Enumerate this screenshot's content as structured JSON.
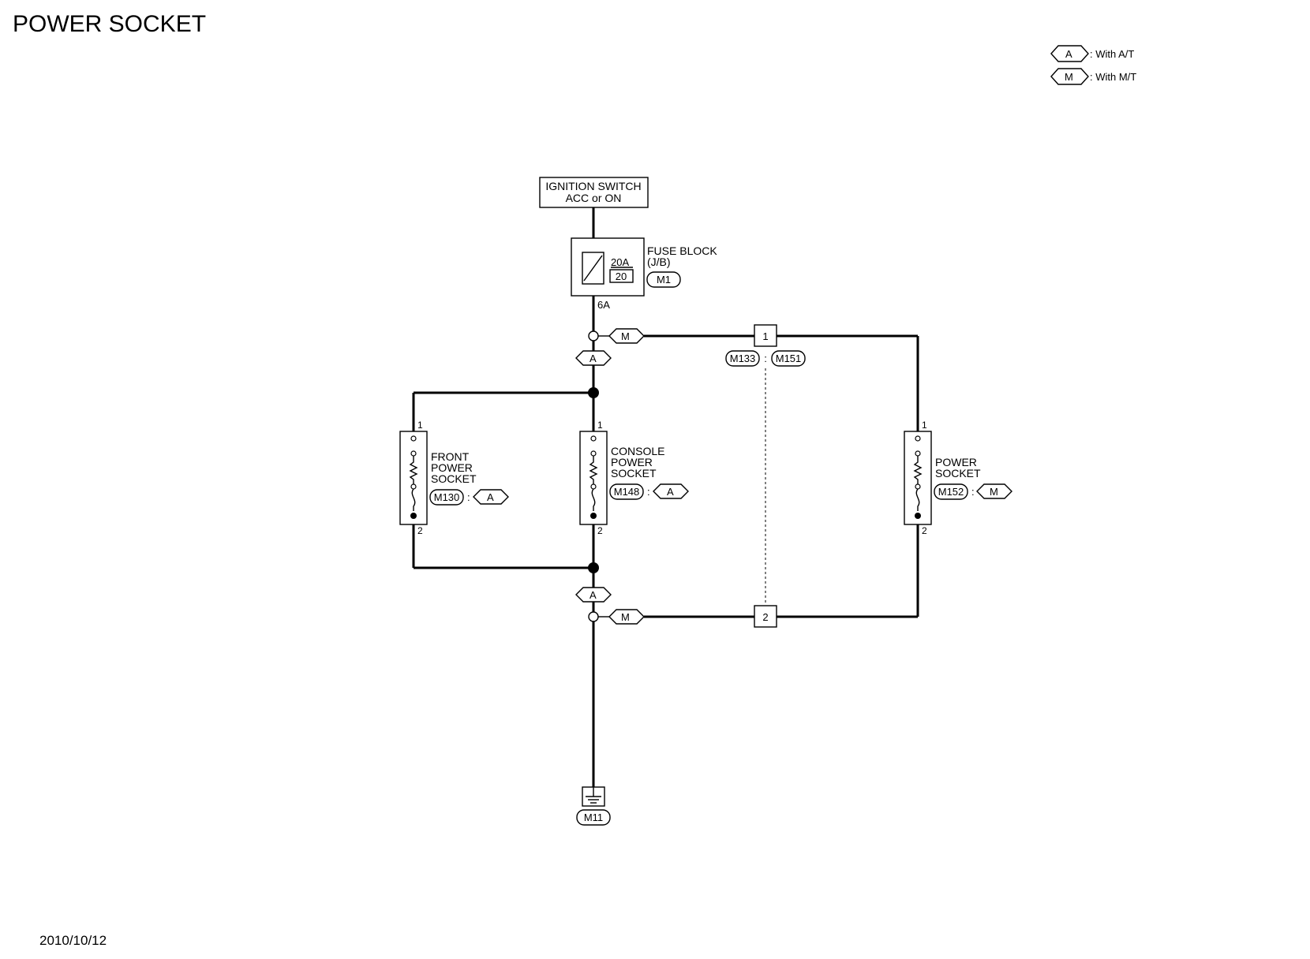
{
  "title": "POWER SOCKET",
  "legend": [
    {
      "code": "A",
      "desc": ": With A/T"
    },
    {
      "code": "M",
      "desc": ": With M/T"
    }
  ],
  "ignition_switch": {
    "line1": "IGNITION SWITCH",
    "line2": "ACC or ON"
  },
  "fuse_block": {
    "line1": "FUSE BLOCK",
    "line2": "(J/B)",
    "rating": "20A",
    "number": "20",
    "connector": "M1",
    "terminal": "6A"
  },
  "joint_connector": {
    "left": "M133",
    "right": "M151",
    "pin_top": "1",
    "pin_bottom": "2"
  },
  "front_socket": {
    "line1": "FRONT",
    "line2": "POWER",
    "line3": "SOCKET",
    "connector": "M130",
    "variant": "A",
    "pin1": "1",
    "pin2": "2"
  },
  "console_socket": {
    "line1": "CONSOLE",
    "line2": "POWER",
    "line3": "SOCKET",
    "connector": "M148",
    "variant": "A",
    "pin1": "1",
    "pin2": "2"
  },
  "power_socket": {
    "line1": "POWER",
    "line2": "SOCKET",
    "connector": "M152",
    "variant": "M",
    "pin1": "1",
    "pin2": "2"
  },
  "wire_options": {
    "upper_m": "M",
    "upper_a": "A",
    "lower_a": "A",
    "lower_m": "M"
  },
  "ground": {
    "connector": "M11"
  },
  "date": "2010/10/12"
}
